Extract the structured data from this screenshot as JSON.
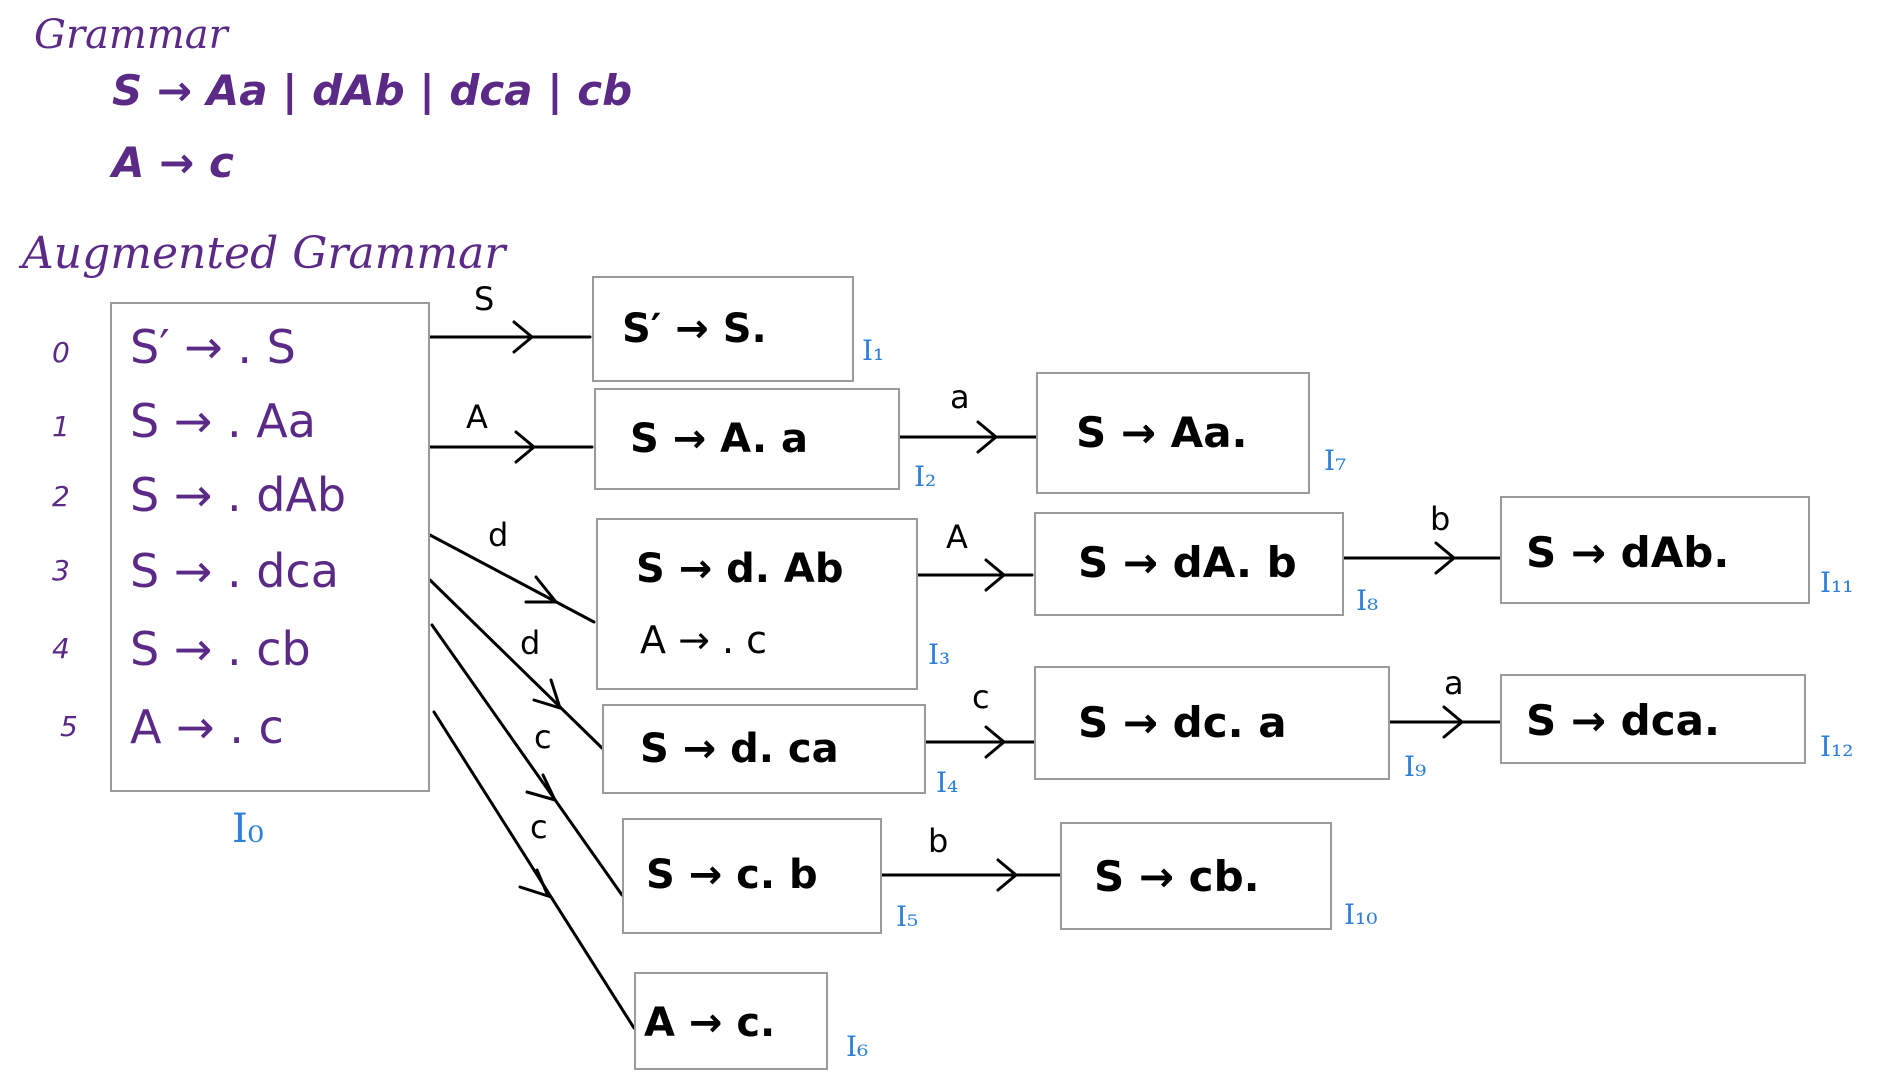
{
  "header": {
    "grammar_title": "Grammar",
    "grammar_rules": [
      "S → Aa | dAb | dca | cb",
      "A → c"
    ],
    "augmented_title": "Augmented Grammar"
  },
  "i0": {
    "state": "I₀",
    "numbers": [
      "0",
      "1",
      "2",
      "3",
      "4",
      "5"
    ],
    "items": [
      "S′ → . S",
      "S → . Aa",
      "S → . dAb",
      "S → . dca",
      "S → . cb",
      "A → . c"
    ]
  },
  "states": {
    "I1": {
      "label": "I₁",
      "items": [
        "S′ → S."
      ]
    },
    "I2": {
      "label": "I₂",
      "items": [
        "S → A. a"
      ]
    },
    "I3": {
      "label": "I₃",
      "items": [
        "S → d. Ab",
        "A → . c"
      ]
    },
    "I4": {
      "label": "I₄",
      "items": [
        "S → d. ca"
      ]
    },
    "I5": {
      "label": "I₅",
      "items": [
        "S → c. b"
      ]
    },
    "I6": {
      "label": "I₆",
      "items": [
        "A → c."
      ]
    },
    "I7": {
      "label": "I₇",
      "items": [
        "S → Aa."
      ]
    },
    "I8": {
      "label": "I₈",
      "items": [
        "S → dA. b"
      ]
    },
    "I9": {
      "label": "I₉",
      "items": [
        "S → dc. a"
      ]
    },
    "I10": {
      "label": "I₁₀",
      "items": [
        "S → cb."
      ]
    },
    "I11": {
      "label": "I₁₁",
      "items": [
        "S → dAb."
      ]
    },
    "I12": {
      "label": "I₁₂",
      "items": [
        "S → dca."
      ]
    }
  },
  "transitions": [
    {
      "from": "I0",
      "to": "I1",
      "symbol": "S"
    },
    {
      "from": "I0",
      "to": "I2",
      "symbol": "A"
    },
    {
      "from": "I0",
      "to": "I3",
      "symbol": "d"
    },
    {
      "from": "I0",
      "to": "I4",
      "symbol": "d"
    },
    {
      "from": "I0",
      "to": "I5",
      "symbol": "c"
    },
    {
      "from": "I0",
      "to": "I6",
      "symbol": "c"
    },
    {
      "from": "I2",
      "to": "I7",
      "symbol": "a"
    },
    {
      "from": "I3",
      "to": "I8",
      "symbol": "A"
    },
    {
      "from": "I4",
      "to": "I9",
      "symbol": "c"
    },
    {
      "from": "I5",
      "to": "I10",
      "symbol": "b"
    },
    {
      "from": "I8",
      "to": "I11",
      "symbol": "b"
    },
    {
      "from": "I9",
      "to": "I12",
      "symbol": "a"
    }
  ],
  "colors": {
    "grammar": "#5b2a86",
    "state_label": "#2f80d8",
    "ink": "#000000",
    "box_border": "#9a9a9a"
  }
}
